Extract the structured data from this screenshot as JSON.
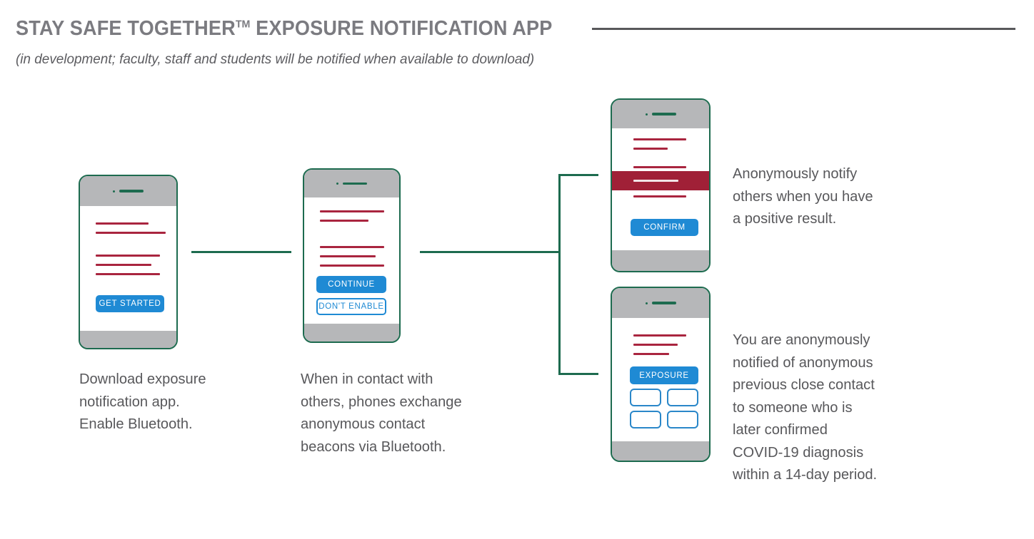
{
  "header": {
    "title": "STAY SAFE TOGETHER",
    "trademark": "TM",
    "title_suffix": " EXPOSURE NOTIFICATION APP",
    "subtitle": "(in development; faculty, staff and students will be notified when available to download)",
    "title_color": "#7b7b80",
    "rule_color": "#58585b"
  },
  "colors": {
    "phone_frame": "#1d6b4f",
    "phone_chrome": "#b6b7b9",
    "text_line": "#a9253f",
    "alert_band": "#a02037",
    "button_blue": "#1f8ad4",
    "connector": "#1d6b4f",
    "body_text": "#58585b"
  },
  "phones": [
    {
      "id": "phone-download",
      "name": "phone-get-started",
      "buttons": [
        {
          "label": "GET STARTED",
          "style": "filled"
        }
      ],
      "line_count": 5,
      "has_alert_band": false
    },
    {
      "id": "phone-bluetooth",
      "name": "phone-enable-bluetooth",
      "buttons": [
        {
          "label": "CONTINUE",
          "style": "filled"
        },
        {
          "label": "DON'T ENABLE",
          "style": "outline"
        }
      ],
      "line_count": 5,
      "has_alert_band": false
    },
    {
      "id": "phone-confirm",
      "name": "phone-confirm-positive",
      "buttons": [
        {
          "label": "CONFIRM",
          "style": "filled"
        }
      ],
      "line_count": 4,
      "has_alert_band": true
    },
    {
      "id": "phone-exposure",
      "name": "phone-exposure-alert",
      "buttons": [
        {
          "label": "EXPOSURE",
          "style": "filled"
        }
      ],
      "line_count": 3,
      "has_alert_band": false,
      "grid_boxes": 4
    }
  ],
  "captions": {
    "step1": "Download exposure notification app. Enable Bluetooth.",
    "step1_lines": [
      "Download exposure",
      "notification app.",
      "Enable Bluetooth."
    ],
    "step2": "When in contact with others, phones exchange anonymous contact beacons via Bluetooth.",
    "step2_lines": [
      "When in contact with",
      "others, phones exchange",
      "anonymous contact",
      "beacons via Bluetooth."
    ],
    "step3": "Anonymously notify others when you have a positive result.",
    "step3_lines": [
      "Anonymously notify",
      "others when you have",
      "a positive result."
    ],
    "step4": "You are anonymously notified of anonymous previous close contact to someone who is later confirmed COVID-19 diagnosis within a 14-day period.",
    "step4_lines": [
      "You are anonymously",
      "notified of anonymous",
      "previous close contact",
      "to someone who is",
      "later confirmed",
      "COVID-19 diagnosis",
      "within a 14-day period."
    ]
  }
}
